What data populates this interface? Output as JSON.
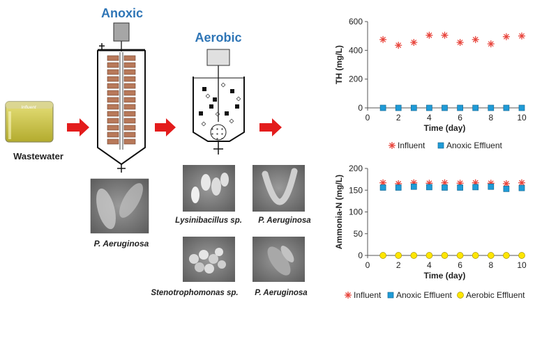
{
  "diagram": {
    "anoxic_title": "Anoxic",
    "aerobic_title": "Aerobic",
    "influent_jar_label": "Influent",
    "wastewater_label": "Wastewater",
    "anoxic_microbe_label": "P. Aeruginosa",
    "aerobic_microbes": [
      {
        "label": "Lysinibacillus sp."
      },
      {
        "label": "P. Aeruginosa"
      },
      {
        "label": "Stenotrophomonas sp."
      },
      {
        "label": "P. Aeruginosa"
      }
    ],
    "colors": {
      "title_blue": "#2e75b6",
      "arrow_red": "#e31c1c",
      "brick": "#b8795a",
      "liquid": "#c9c24a"
    }
  },
  "chart_data": [
    {
      "type": "scatter",
      "title": "",
      "xlabel": "Time (day)",
      "ylabel": "TH (mg/L)",
      "xlim": [
        0,
        10
      ],
      "ylim": [
        0,
        600
      ],
      "x_ticks": [
        "0",
        "2",
        "4",
        "6",
        "8",
        "10"
      ],
      "y_ticks": [
        "0",
        "200",
        "400",
        "600"
      ],
      "grid": false,
      "legend_position": "bottom",
      "series": [
        {
          "name": "Influent",
          "marker": "asterisk",
          "color": "#e8453c",
          "x": [
            1,
            2,
            3,
            4,
            5,
            6,
            7,
            8,
            9,
            10
          ],
          "y": [
            475,
            435,
            455,
            505,
            505,
            455,
            475,
            445,
            495,
            500
          ]
        },
        {
          "name": "Anoxic Effluent",
          "marker": "square",
          "color": "#1f9bd7",
          "x": [
            1,
            2,
            3,
            4,
            5,
            6,
            7,
            8,
            9,
            10
          ],
          "y": [
            0,
            0,
            0,
            0,
            0,
            0,
            0,
            0,
            0,
            0
          ]
        }
      ]
    },
    {
      "type": "scatter",
      "title": "",
      "xlabel": "Time (day)",
      "ylabel": "Ammonia-N (mg/L)",
      "xlim": [
        0,
        10
      ],
      "ylim": [
        0,
        200
      ],
      "x_ticks": [
        "0",
        "2",
        "4",
        "6",
        "8",
        "10"
      ],
      "y_ticks": [
        "0",
        "50",
        "100",
        "150",
        "200"
      ],
      "grid": false,
      "legend_position": "bottom",
      "series": [
        {
          "name": "Influent",
          "marker": "asterisk",
          "color": "#e8453c",
          "x": [
            1,
            2,
            3,
            4,
            5,
            6,
            7,
            8,
            9,
            10
          ],
          "y": [
            167,
            165,
            167,
            166,
            167,
            166,
            167,
            166,
            165,
            167
          ]
        },
        {
          "name": "Anoxic Effluent",
          "marker": "square",
          "color": "#1f9bd7",
          "x": [
            1,
            2,
            3,
            4,
            5,
            6,
            7,
            8,
            9,
            10
          ],
          "y": [
            156,
            156,
            158,
            157,
            156,
            156,
            157,
            158,
            153,
            155
          ]
        },
        {
          "name": "Aerobic Effluent",
          "marker": "circle",
          "color": "#ffe600",
          "x": [
            1,
            2,
            3,
            4,
            5,
            6,
            7,
            8,
            9,
            10
          ],
          "y": [
            0,
            0,
            0,
            0,
            0,
            0,
            0,
            0,
            0,
            0
          ]
        }
      ]
    }
  ]
}
